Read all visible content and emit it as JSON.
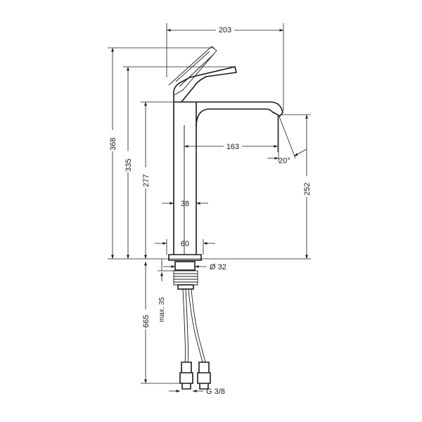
{
  "dimensions": {
    "width_overall": "203",
    "spout_reach": "163",
    "spout_angle": "20°",
    "height_overall": "368",
    "height_lever": "335",
    "height_body": "277",
    "spout_height": "252",
    "body_width_top": "38",
    "body_width_base": "60",
    "shank_diameter": "Ø 32",
    "hose_length": "665",
    "max_thickness": "max. 35",
    "thread": "G 3/8"
  }
}
